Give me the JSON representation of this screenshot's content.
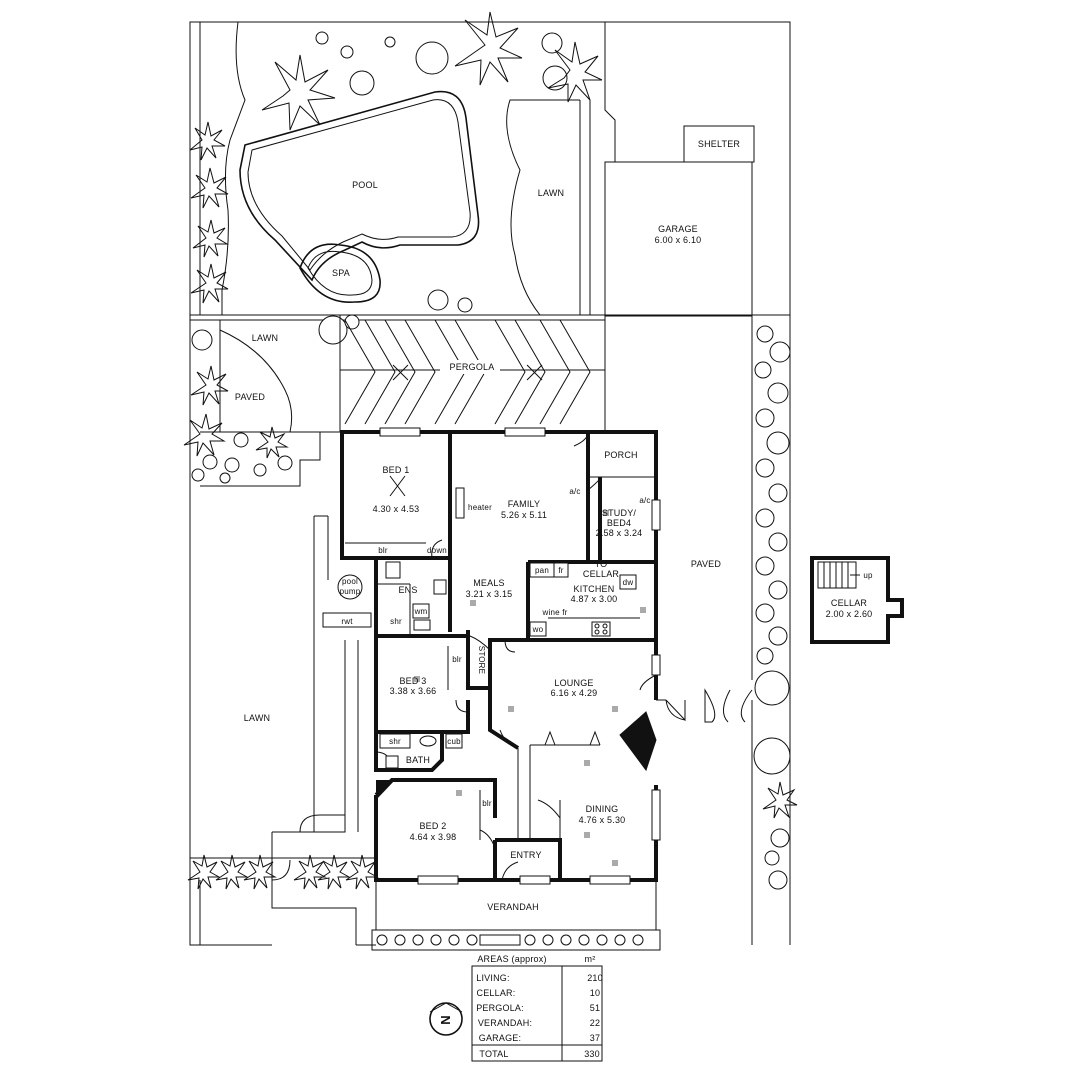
{
  "outdoor": {
    "pool": "POOL",
    "spa": "SPA",
    "lawn_top": "LAWN",
    "lawn_left_upper": "LAWN",
    "paved_left": "PAVED",
    "lawn_left": "LAWN",
    "pergola": "PERGOLA",
    "paved_right": "PAVED",
    "shelter": "SHELTER",
    "garage": "GARAGE",
    "garage_dim": "6.00 x 6.10",
    "verandah": "VERANDAH",
    "pool_pump_1": "pool",
    "pool_pump_2": "pump",
    "rwt": "rwt"
  },
  "rooms": {
    "bed1": "BED 1",
    "bed1_dim": "4.30 x 4.53",
    "family": "FAMILY",
    "family_dim": "5.26 x 5.11",
    "porch": "PORCH",
    "study": "STUDY/",
    "study2": "BED4",
    "study_dim": "2.58 x 3.24",
    "ens": "ENS",
    "meals": "MEALS",
    "meals_dim": "3.21 x 3.15",
    "kitchen": "KITCHEN",
    "kitchen_dim": "4.87 x 3.00",
    "to_cellar_1": "TO",
    "to_cellar_2": "CELLAR",
    "store": "STORE",
    "bed3": "BED 3",
    "bed3_dim": "3.38 x 3.66",
    "lounge": "LOUNGE",
    "lounge_dim": "6.16 x 4.29",
    "bath": "BATH",
    "bed2": "BED 2",
    "bed2_dim": "4.64 x 3.98",
    "entry": "ENTRY",
    "dining": "DINING",
    "dining_dim": "4.76 x 5.30",
    "cellar": "CELLAR",
    "cellar_dim": "2.00 x 2.60"
  },
  "fixtures": {
    "heater": "heater",
    "ac_family": "a/c",
    "ac_study": "a/c",
    "blr_bed1": "blr",
    "down": "down",
    "pan": "pan",
    "fr": "fr",
    "dw": "dw",
    "wine_fr": "wine fr",
    "wo": "wo",
    "wm": "wm",
    "shr_ens": "shr",
    "blr_bed3": "blr",
    "shr_bath": "shr",
    "cub": "cub",
    "blr_bed2": "blr",
    "up": "up"
  },
  "areas": {
    "heading": "AREAS (approx)",
    "unit": "m²",
    "rows": [
      {
        "label": "LIVING:",
        "value": "210"
      },
      {
        "label": "CELLAR:",
        "value": "10"
      },
      {
        "label": "PERGOLA:",
        "value": "51"
      },
      {
        "label": "VERANDAH:",
        "value": "22"
      },
      {
        "label": "GARAGE:",
        "value": "37"
      }
    ],
    "total_label": "TOTAL",
    "total_value": "330"
  },
  "compass": {
    "letter": "N"
  }
}
